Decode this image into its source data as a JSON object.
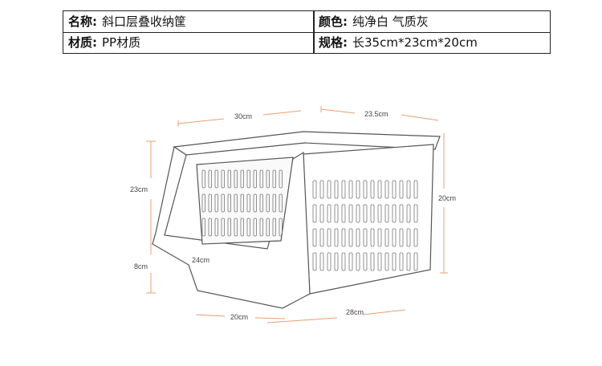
{
  "spec": {
    "name_label": "名称:",
    "name_value": "斜口层叠收纳筐",
    "color_label": "颜色:",
    "color_value": "纯净白 气质灰",
    "material_label": "材质:",
    "material_value": "PP材质",
    "size_label": "规格:",
    "size_value": "长35cm*23cm*20cm"
  },
  "dimensions": {
    "top_front_width": "30cm",
    "top_side_depth": "23.5cm",
    "front_height": "23cm",
    "side_height": "20cm",
    "inner_width": "24cm",
    "base_height": "8cm",
    "bottom_width": "20cm",
    "bottom_depth": "28cm"
  },
  "colors": {
    "dim_line": "#e8a070",
    "outline": "#555555"
  }
}
